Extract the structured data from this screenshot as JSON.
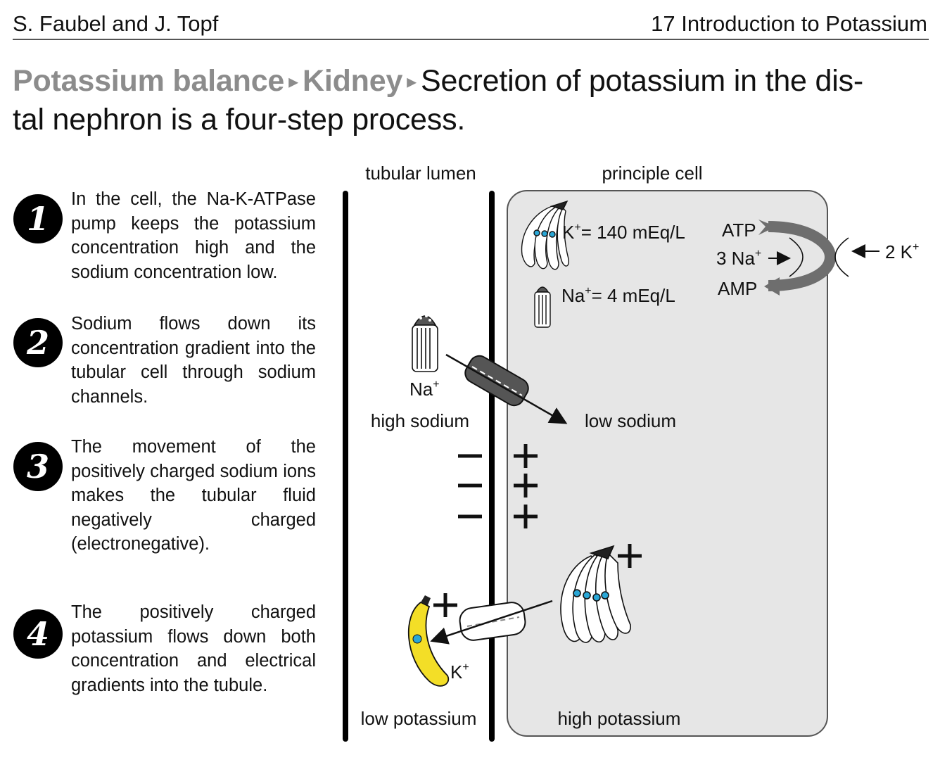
{
  "header": {
    "authors": "S. Faubel and J. Topf",
    "chapter": "17 Introduction to Potassium"
  },
  "title": {
    "crumb1": "Potassium balance",
    "crumb2": "Kidney",
    "separator": "▸",
    "line1": "Secretion of potassium in the dis-",
    "line2": "tal nephron is a four-step process."
  },
  "steps": [
    {
      "number": "1",
      "text": "In the cell, the Na-K-ATPase pump keeps the potassium concentration high and the sodium concentration low."
    },
    {
      "number": "2",
      "text": "Sodium flows down its concentration gradient into the tubular cell through sodium channels."
    },
    {
      "number": "3",
      "text": "The movement of the positively charged sodium ions makes the tubular fluid negatively charged (electronegative)."
    },
    {
      "number": "4",
      "text": "The positively charged potassium flows down both concentration and electrical gradients into the tubule."
    }
  ],
  "diagram": {
    "lumen_label": "tubular lumen",
    "cell_label": "principle cell",
    "k_conc_prefix": "K",
    "k_conc_value": "= 140 mEq/L",
    "na_conc_prefix": "Na",
    "na_conc_value": "= 4 mEq/L",
    "superscript_plus": "+",
    "atp": "ATP",
    "amp": "AMP",
    "na_pump": "3 Na",
    "k_pump": "2 K",
    "na_ion_prefix": "Na",
    "high_sodium": "high sodium",
    "low_sodium": "low sodium",
    "minus_sign": "−",
    "plus_sign": "+",
    "k_ion_prefix": "K",
    "low_potassium": "low potassium",
    "high_potassium": "high potassium",
    "colors": {
      "cell_fill": "#e6e6e6",
      "membrane": "#000000",
      "channel_dark": "#555555",
      "pump_gray": "#6e6e6e",
      "banana_yellow": "#f3de27",
      "potassium_blue": "#2aa7d6"
    }
  }
}
